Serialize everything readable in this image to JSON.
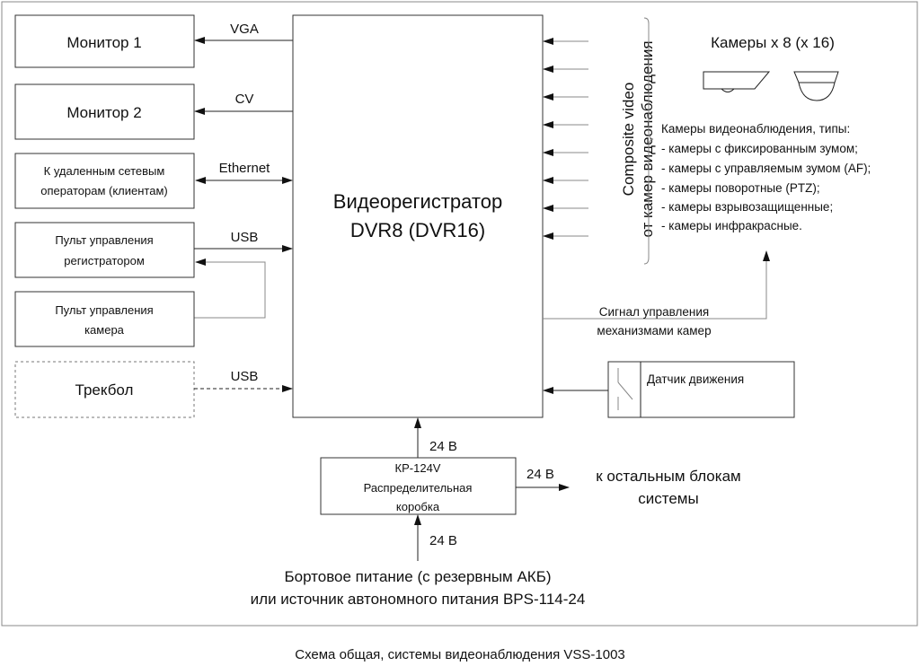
{
  "left_blocks": {
    "monitor1": "Монитор 1",
    "monitor2": "Монитор 2",
    "remote_line1": "К удаленным сетевым",
    "remote_line2": "операторам (клиентам)",
    "recorder_panel_line1": "Пульт управления",
    "recorder_panel_line2": "регистратором",
    "camera_panel_line1": "Пульт управления",
    "camera_panel_line2": "камера",
    "trackball": "Трекбол"
  },
  "links": {
    "vga": "VGA",
    "cv": "CV",
    "ethernet": "Ethernet",
    "usb1": "USB",
    "usb2": "USB"
  },
  "dvr": {
    "line1": "Видеорегистратор",
    "line2": "DVR8 (DVR16)"
  },
  "cameras": {
    "video_label_line1": "Composite video",
    "video_label_line2": "от камер видеонаблюдения",
    "title": "Камеры x 8 (x 16)",
    "types": [
      "Камеры видеонаблюдения, типы:",
      "- камеры с фиксированным зумом;",
      "- камеры с управляемым зумом (AF);",
      "- камеры поворотные (PTZ);",
      "- камеры взрывозащищенные;",
      "- камеры инфракрасные."
    ],
    "input_count": 8
  },
  "control_signal": {
    "line1": "Сигнал управления",
    "line2": "механизмами камер"
  },
  "motion_sensor": "Датчик движения",
  "power": {
    "v_to_dvr": "24 В",
    "v_out": "24 В",
    "v_in": "24 В",
    "box_line1": "КР-124V",
    "box_line2": "Распределительная",
    "box_line3": "коробка",
    "other_line1": "к остальным блокам",
    "other_line2": "системы",
    "source_line1": "Бортовое питание (с резервным АКБ)",
    "source_line2": "или источник автономного питания BPS-114-24"
  },
  "caption": "Схема общая, системы видеонаблюдения VSS-1003"
}
